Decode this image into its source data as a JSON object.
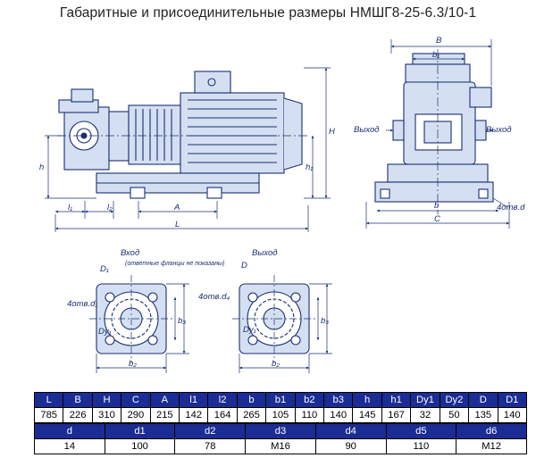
{
  "title": "Габаритные и присоединительные размеры НМШГ8-25-6.3/10-1",
  "drawing": {
    "side_labels": {
      "h": "h",
      "h1": "h₁",
      "H": "H",
      "l1": "l₁",
      "l2": "l₂",
      "A": "A",
      "L": "L"
    },
    "front_labels": {
      "B": "B",
      "b1": "b₁",
      "b": "b",
      "C": "C",
      "outlet_left": "Выход",
      "outlet_right": "Выход",
      "holes": "4отв.d"
    },
    "flange_views": {
      "inlet_title": "Вход",
      "outlet_title": "Выход",
      "note": "(ответные фланцы не показаны)",
      "inlet": {
        "holes": "4отв.d₁",
        "D1": "D₁",
        "Dy1": "Dy₁",
        "b2": "b₂",
        "b3": "b₃"
      },
      "outlet": {
        "holes": "4отв.d₄",
        "D": "D",
        "Dy1": "Dy₁",
        "b2": "b₂",
        "b3": "b₃"
      }
    }
  },
  "table1": {
    "headers": [
      "L",
      "B",
      "H",
      "C",
      "A",
      "l1",
      "l2",
      "b",
      "b1",
      "b2",
      "b3",
      "h",
      "h1",
      "Dy1",
      "Dy2",
      "D",
      "D1"
    ],
    "values": [
      "785",
      "226",
      "310",
      "290",
      "215",
      "142",
      "164",
      "265",
      "105",
      "110",
      "140",
      "145",
      "167",
      "32",
      "50",
      "135",
      "140"
    ]
  },
  "table2": {
    "headers": [
      "d",
      "d1",
      "d2",
      "d3",
      "d4",
      "d5",
      "d6"
    ],
    "values": [
      "14",
      "100",
      "78",
      "M16",
      "90",
      "110",
      "M12"
    ]
  },
  "colors": {
    "line": "#1a2f73",
    "fill": "#d4e0f2",
    "header": "#1b2c94"
  }
}
